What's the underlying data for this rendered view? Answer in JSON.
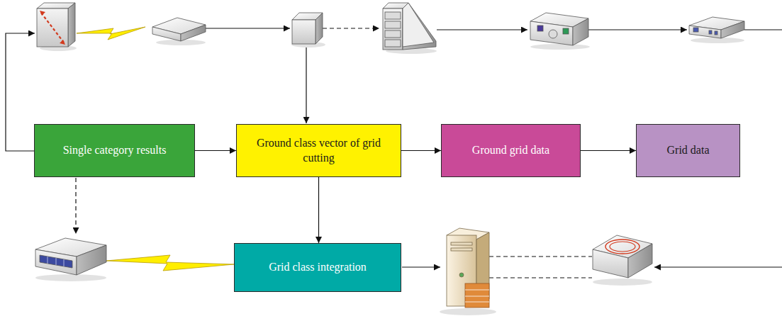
{
  "diagram": {
    "nodes": [
      {
        "text": [
          "Single category results"
        ]
      },
      {
        "text": [
          "Ground class vector of grid cutting"
        ]
      },
      {
        "text": [
          "Ground grid data"
        ]
      },
      {
        "text": [
          "Grid data"
        ]
      },
      {
        "text": [
          "Grid class integration"
        ]
      }
    ],
    "edges": [
      {
        "from": 0,
        "to": 1,
        "arrow": "to"
      },
      {
        "from": 1,
        "to": 2,
        "arrow": "to"
      },
      {
        "from": 2,
        "to": 3,
        "arrow": "to"
      },
      {
        "from": 1,
        "to": 4,
        "arrow": "to"
      }
    ]
  }
}
